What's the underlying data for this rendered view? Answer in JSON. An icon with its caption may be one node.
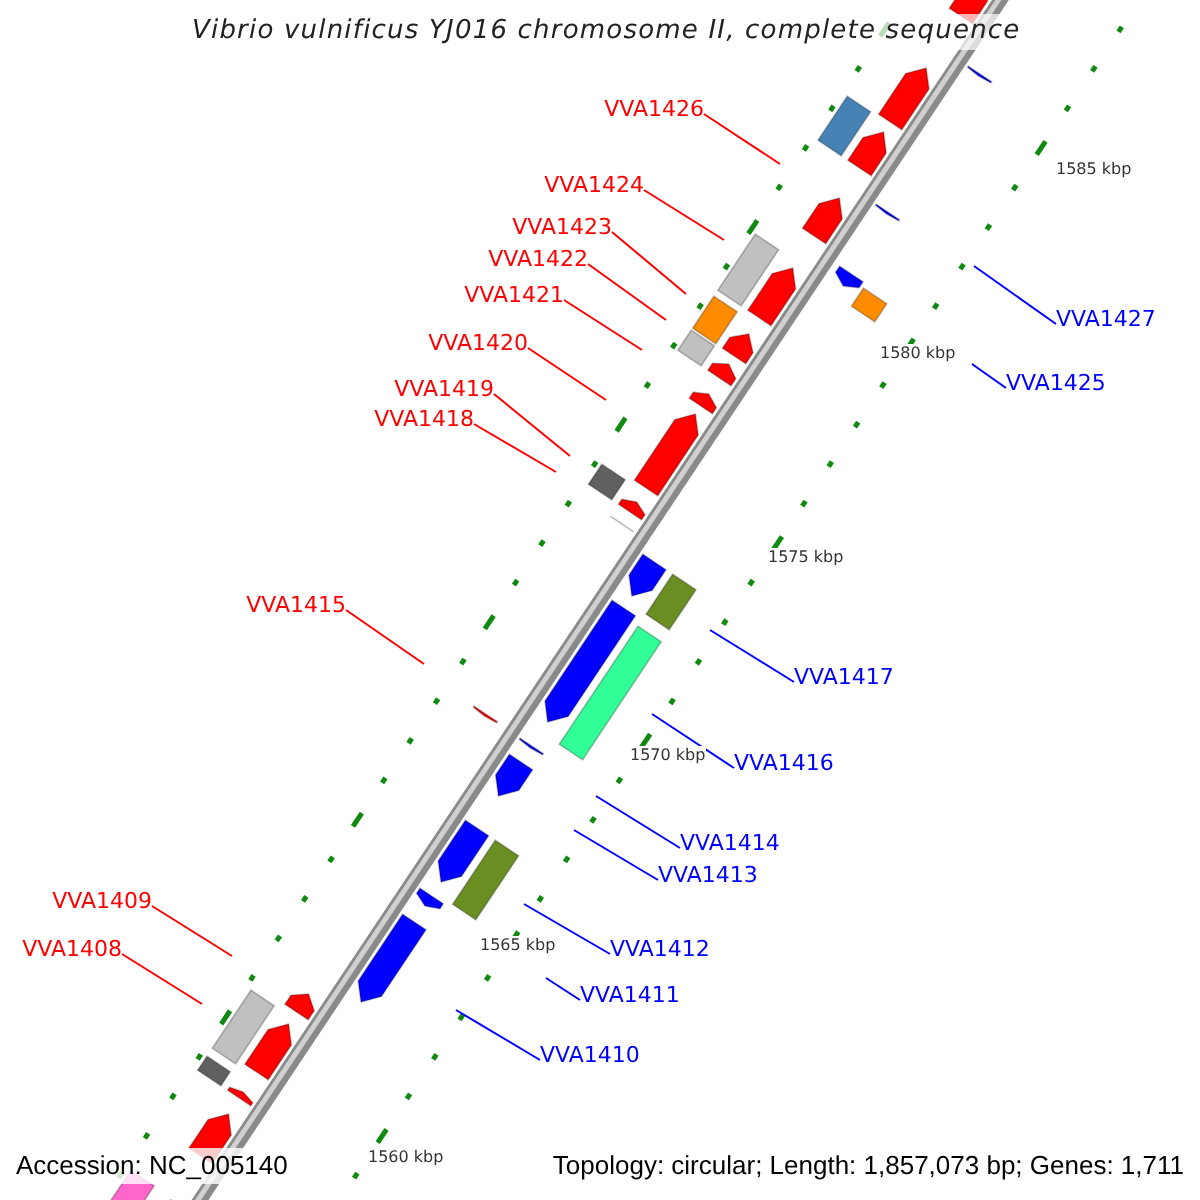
{
  "diagram": {
    "title": "Vibrio vulnificus YJ016 chromosome II, complete sequence",
    "nodes": [
      {
        "text": [
          "VVA1426"
        ]
      },
      {
        "text": [
          "VVA1424"
        ]
      },
      {
        "text": [
          "VVA1423"
        ]
      },
      {
        "text": [
          "VVA1422"
        ]
      },
      {
        "text": [
          "VVA1421"
        ]
      },
      {
        "text": [
          "VVA1427"
        ]
      },
      {
        "text": [
          "VVA1420"
        ]
      },
      {
        "text": [
          "VVA1419"
        ]
      },
      {
        "text": [
          "VVA1425"
        ]
      },
      {
        "text": [
          "VVA1418"
        ]
      },
      {
        "text": [
          "VVA1415"
        ]
      },
      {
        "text": [
          "VVA1417"
        ]
      },
      {
        "text": [
          "VVA1416"
        ]
      },
      {
        "text": [
          "VVA1414"
        ]
      },
      {
        "text": [
          "VVA1413"
        ]
      },
      {
        "text": [
          "VVA1409"
        ]
      },
      {
        "text": [
          "VVA1408"
        ]
      },
      {
        "text": [
          "VVA1412"
        ]
      },
      {
        "text": [
          "VVA1411"
        ]
      },
      {
        "text": [
          "VVA1410"
        ]
      }
    ],
    "edges": [
      {
        "from": 0,
        "to": null,
        "arrow": "none"
      },
      {
        "from": 1,
        "to": null,
        "arrow": "none"
      },
      {
        "from": 2,
        "to": null,
        "arrow": "none"
      },
      {
        "from": 3,
        "to": null,
        "arrow": "none"
      },
      {
        "from": 4,
        "to": null,
        "arrow": "none"
      },
      {
        "from": 5,
        "to": null,
        "arrow": "none",
        "color": "#0000ff"
      },
      {
        "from": 6,
        "to": null,
        "arrow": "none"
      },
      {
        "from": 7,
        "to": null,
        "arrow": "none"
      },
      {
        "from": 8,
        "to": null,
        "arrow": "none",
        "color": "#0000ff"
      },
      {
        "from": 9,
        "to": null,
        "arrow": "none"
      },
      {
        "from": 10,
        "to": null,
        "arrow": "none"
      },
      {
        "from": 11,
        "to": null,
        "arrow": "none",
        "color": "#0000ff"
      },
      {
        "from": 12,
        "to": null,
        "arrow": "none",
        "color": "#0000ff"
      },
      {
        "from": 13,
        "to": null,
        "arrow": "none",
        "color": "#0000ff"
      },
      {
        "from": 14,
        "to": null,
        "arrow": "none",
        "color": "#0000ff"
      },
      {
        "from": 15,
        "to": null,
        "arrow": "none"
      },
      {
        "from": 16,
        "to": null,
        "arrow": "none"
      },
      {
        "from": 17,
        "to": null,
        "arrow": "none",
        "color": "#0000ff"
      },
      {
        "from": 18,
        "to": null,
        "arrow": "none",
        "color": "#0000ff"
      },
      {
        "from": 19,
        "to": null,
        "arrow": "none",
        "color": "#0000ff"
      }
    ],
    "labels": [
      "1585 kbp",
      "1580 kbp",
      "1575 kbp",
      "1570 kbp",
      "1565 kbp",
      "1560 kbp",
      "Accession: NC_005140",
      "Topology: circular; Length: 1,857,073 bp; Genes: 1,711"
    ]
  }
}
